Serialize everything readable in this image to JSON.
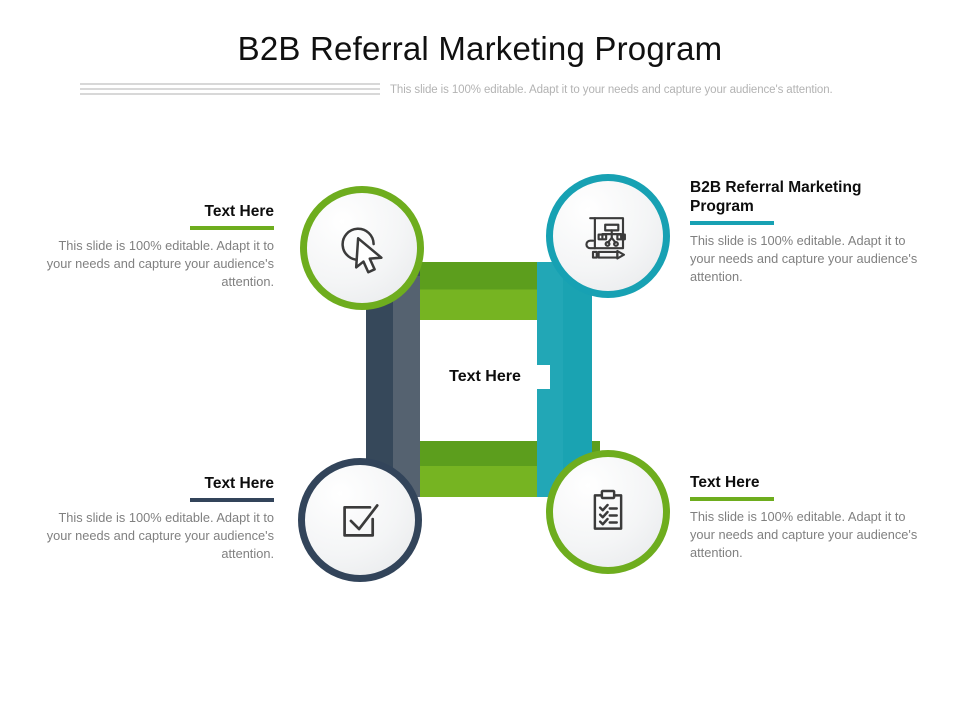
{
  "header": {
    "title": "B2B Referral Marketing Program",
    "subtitle": "This slide is 100% editable. Adapt it to your needs and capture your audience's attention."
  },
  "diagram": {
    "center_label": "Text Here",
    "colors": {
      "green": "#6ead1e",
      "green_dark": "#5c9e1d",
      "teal": "#17a1b3",
      "navy": "#32445a",
      "slate": "#556270",
      "text_body": "#808080",
      "text_heading": "#0d0d0d"
    },
    "nodes": [
      {
        "id": "top-left",
        "icon": "cursor-click-icon",
        "accent": "green"
      },
      {
        "id": "top-right",
        "icon": "blueprint-plan-icon",
        "accent": "teal"
      },
      {
        "id": "bottom-left",
        "icon": "checkbox-checked-icon",
        "accent": "navy"
      },
      {
        "id": "bottom-right",
        "icon": "clipboard-checklist-icon",
        "accent": "green"
      }
    ]
  },
  "blocks": {
    "top_left": {
      "heading": "Text Here",
      "body": "This slide is 100% editable. Adapt it to your needs and capture your audience's attention."
    },
    "top_right": {
      "heading": "B2B Referral Marketing Program",
      "body": "This slide is 100% editable. Adapt it to your needs and capture your audience's attention."
    },
    "bottom_left": {
      "heading": "Text Here",
      "body": "This slide is 100% editable. Adapt it to your needs and capture your audience's attention."
    },
    "bottom_right": {
      "heading": "Text Here",
      "body": "This slide is 100% editable. Adapt it to your needs and capture your audience's attention."
    }
  }
}
